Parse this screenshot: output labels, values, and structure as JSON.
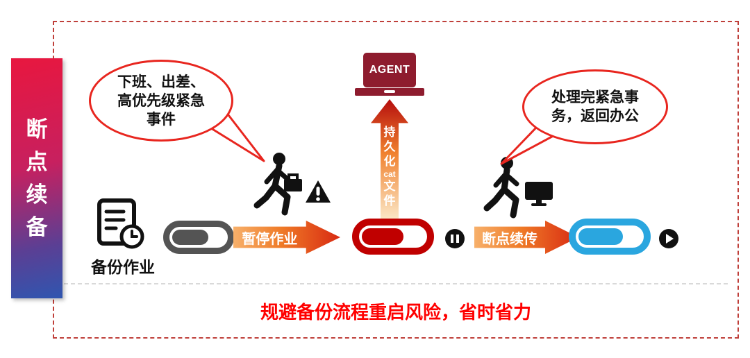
{
  "title_bar": {
    "text": "断点续备",
    "chars": [
      "断",
      "点",
      "续",
      "备"
    ]
  },
  "bubble_left": {
    "lines": [
      "下班、出差、",
      "高优先级紧急",
      "事件"
    ]
  },
  "bubble_right": {
    "lines": [
      "处理完紧急事",
      "务，返回办公"
    ]
  },
  "agent_laptop": {
    "label": "AGENT"
  },
  "persist_arrow": {
    "text": "持久化cat文件",
    "chars": [
      "持",
      "久",
      "化",
      "cat",
      "文",
      "件"
    ]
  },
  "backup_job": {
    "label": "备份作业"
  },
  "flow": {
    "pause_arrow": "暂停作业",
    "resume_arrow": "断点续传"
  },
  "footer": {
    "text": "规避备份流程重启风险，省时省力"
  },
  "colors": {
    "deep_red": "#c00000",
    "maroon": "#8e1c2e",
    "blue": "#2aa6df",
    "gray": "#545454",
    "footer_red": "#ff0000",
    "bubble_border": "#e8261f",
    "banner_gradient_top": "#e8173f",
    "banner_gradient_bottom": "#2f56b0",
    "dashed_border": "#bf3f3a"
  }
}
